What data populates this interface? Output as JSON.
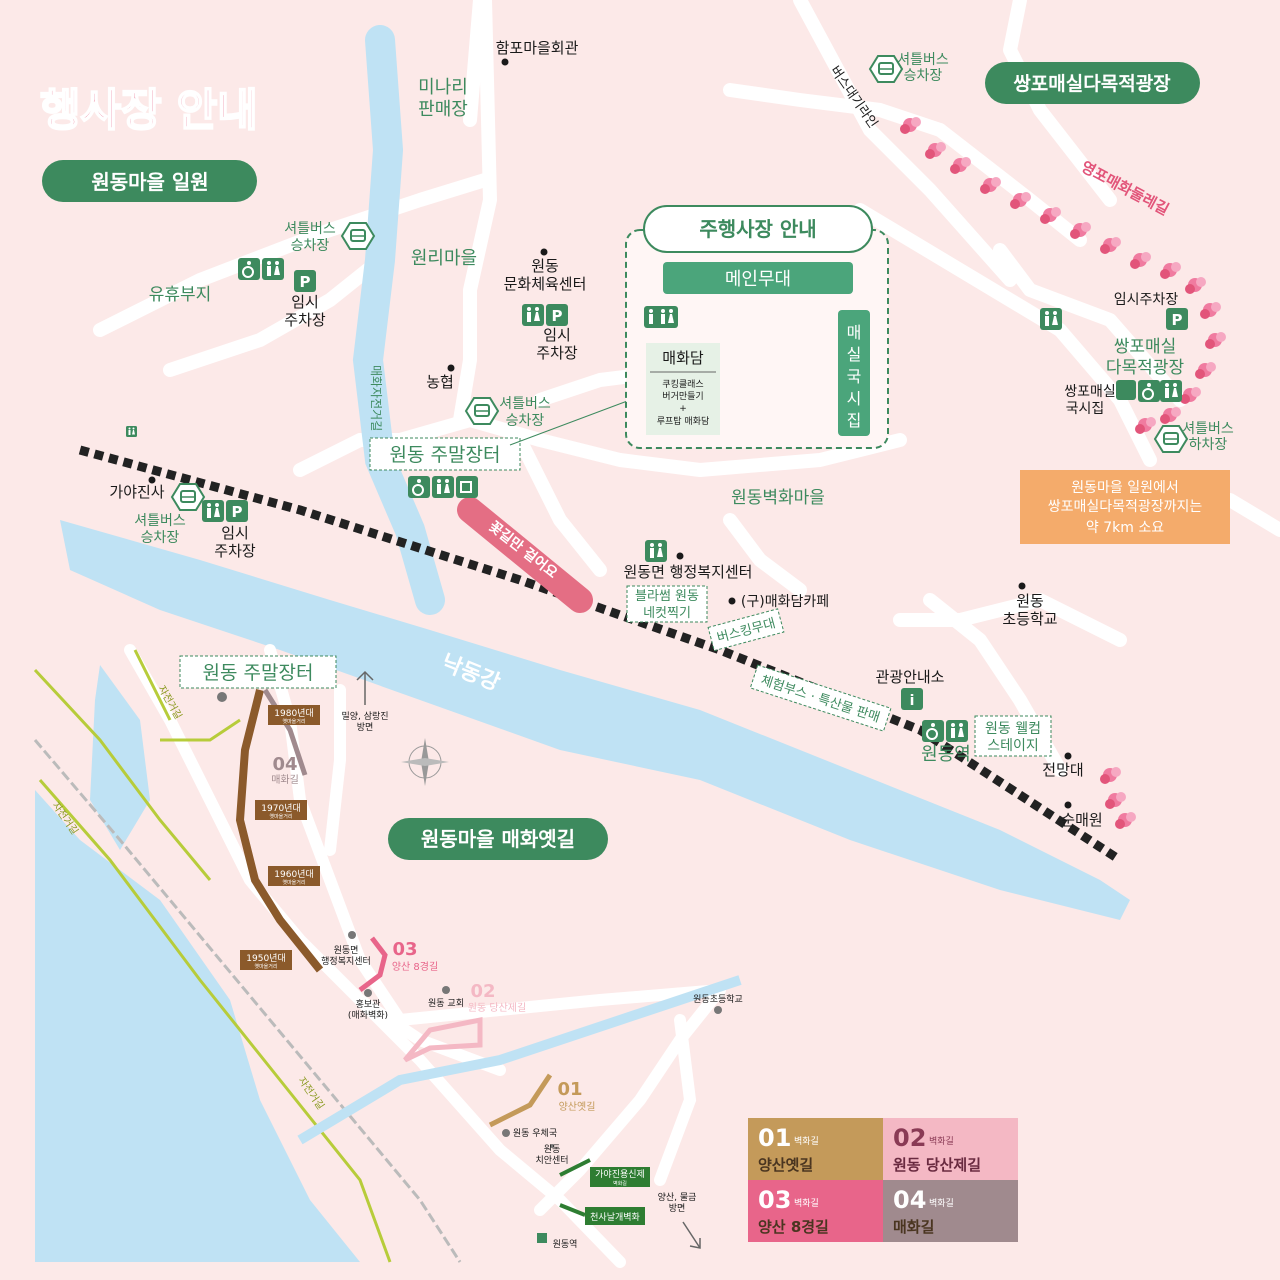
{
  "title": "행사장 안내",
  "section_top": "원동마을 일원",
  "section_bottom": "원동마을 매화옛길",
  "venue_box": {
    "title": "주행사장 안내",
    "main_stage": "메인무대",
    "maehwadam": "매화담",
    "maehwadam_desc_1": "쿠킹클래스",
    "maehwadam_desc_2": "버거만들기",
    "maehwadam_desc_3": "+",
    "maehwadam_desc_4": "루프탑 매화담",
    "market_1": "매",
    "market_2": "실",
    "market_3": "국",
    "market_4": "시",
    "market_5": "집"
  },
  "places": {
    "hampo_hall": "함포마을회관",
    "minari_1": "미나리",
    "minari_2": "판매장",
    "shuttle_1a": "셔틀버스",
    "shuttle_1b": "승차장",
    "shuttle_2a": "셔틀버스",
    "shuttle_2b": "승차장",
    "shuttle_3a": "셔틀버스",
    "shuttle_3b": "승차장",
    "shuttle_4a": "셔틀버스",
    "shuttle_4b": "승차장",
    "shuttle_5a": "셔틀버스",
    "shuttle_5b": "하차장",
    "rest_area": "유휴부지",
    "parking_1a": "임시",
    "parking_1b": "주차장",
    "parking_2a": "임시",
    "parking_2b": "주차장",
    "parking_3a": "임시",
    "parking_3b": "주차장",
    "parking_4": "임시주차장",
    "wonri": "원리마을",
    "culture_1": "원동",
    "culture_2": "문화체육센터",
    "nonghyup": "농협",
    "weekend_market": "원동 주말장터",
    "gaya": "가야진사",
    "mural_village": "원동벽화마을",
    "admin_center": "원동면 행정복지센터",
    "cafe": "(구)매화담카페",
    "blossom_1": "블라썸 원동",
    "blossom_2": "네컷찍기",
    "busking": "버스킹무대",
    "flower_walk": "꽃길만 걸어요",
    "nakdong": "낙동강",
    "school_1": "원동",
    "school_2": "초등학교",
    "tourist_info": "관광안내소",
    "experience": "체험부스 · 특산물 판매",
    "station": "원동역",
    "welcome_1": "원동 웰컴",
    "welcome_2": "스테이지",
    "observatory": "전망대",
    "sunmaewon": "순매원",
    "ssangpo_title": "쌍포매실다목적광장",
    "ssangpo_1": "쌍포매실",
    "ssangpo_2": "다목적광장",
    "ssangpo_market_1": "쌍포매실",
    "ssangpo_market_2": "국시집",
    "maehwa_dulle": "영포매화둘레길",
    "bus_road": "버스대기라인",
    "bike_road": "매화자전거길",
    "distance_1": "원동마을 일원에서",
    "distance_2": "쌍포매실다목적광장까지는",
    "distance_3": "약 7km 소요"
  },
  "bottom_map": {
    "weekend_market": "원동 주말장터",
    "bike_1": "자전거길",
    "bike_2": "자전거길",
    "bike_3": "자전거길",
    "direction_north_1": "밀양, 삼랑진",
    "direction_north_2": "방면",
    "direction_south_1": "양산, 물금",
    "direction_south_2": "방면",
    "era_1980": "1980년대",
    "era_1970": "1970년대",
    "era_1960": "1960년대",
    "era_1950": "1950년대",
    "era_sub": "옛마을거리",
    "num_04": "04",
    "name_04": "매화길",
    "num_03": "03",
    "name_03": "양산 8경길",
    "num_02": "02",
    "name_02": "원동 당산제길",
    "num_01": "01",
    "name_01": "양산옛길",
    "admin_1": "원동면",
    "admin_2": "행정복지센터",
    "hongbo_1": "홍보관",
    "hongbo_2": "(매화벽화)",
    "church": "원동 교회",
    "school": "원동초등학교",
    "post": "원동 우체국",
    "police_1": "원동",
    "police_2": "치안센터",
    "gaya_wall": "가야진용신제",
    "gaya_wall_sub": "벽화길",
    "heaven_wall": "천사날개벽화",
    "station": "원동역"
  },
  "legend": [
    {
      "num": "01",
      "sub": "벽화길",
      "name": "양산옛길",
      "color": "#c49a5a"
    },
    {
      "num": "02",
      "sub": "벽화길",
      "name": "원동 당산제길",
      "color": "#f4b8c4"
    },
    {
      "num": "03",
      "sub": "벽화길",
      "name": "양산 8경길",
      "color": "#e8658a"
    },
    {
      "num": "04",
      "sub": "벽화길",
      "name": "매화길",
      "color": "#a08a8e"
    }
  ],
  "colors": {
    "background": "#fce9e8",
    "river": "#bfe2f4",
    "accent_green": "#3d8a5e",
    "title_pink": "#e2557a",
    "distance_orange": "#f4ab6b"
  }
}
